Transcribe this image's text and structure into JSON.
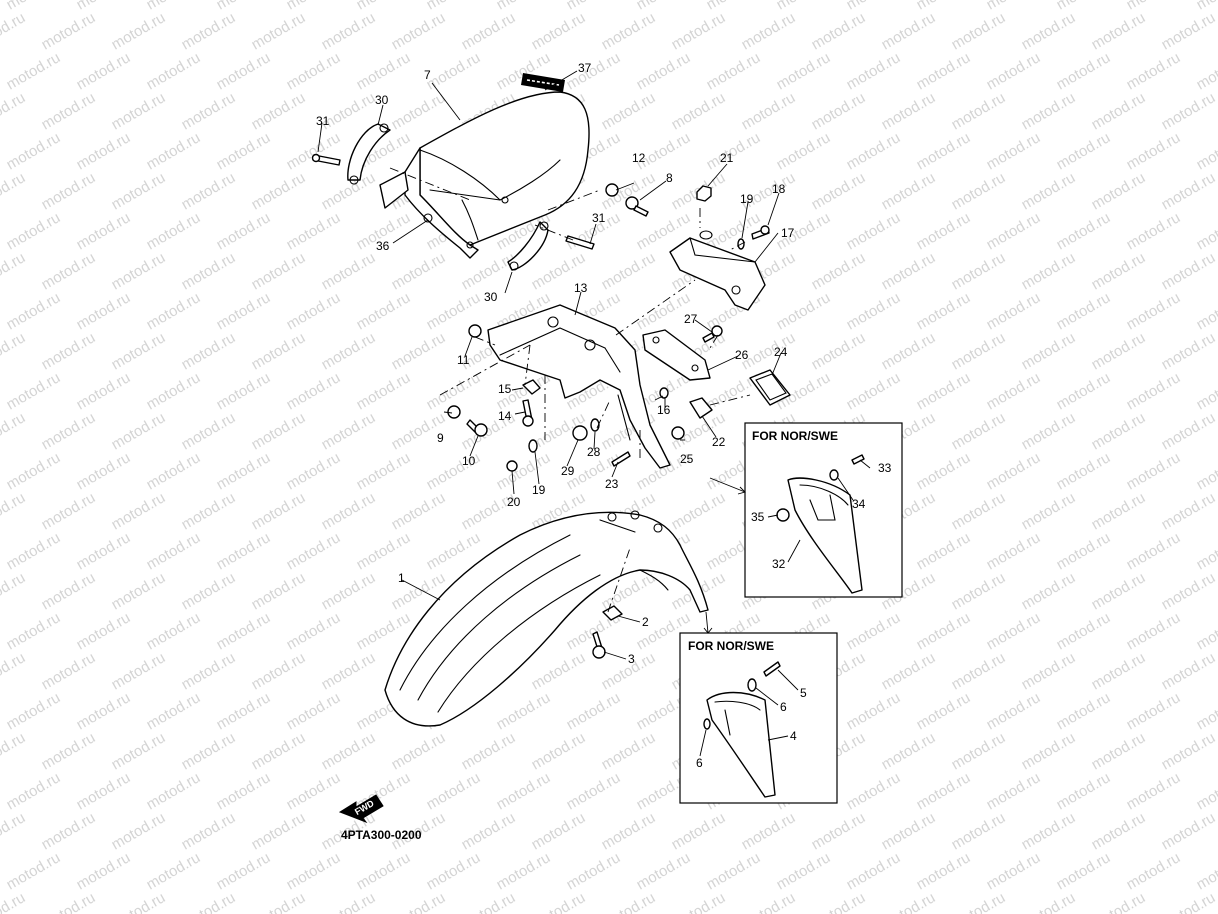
{
  "watermark": "motod.ru",
  "diagram_code": "4PTA300-0200",
  "fwd_label": "FWD",
  "inset_boxes": [
    {
      "id": "rear",
      "label": "FOR NOR/SWE"
    },
    {
      "id": "front",
      "label": "FOR NOR/SWE"
    }
  ],
  "callouts": [
    "1",
    "2",
    "3",
    "4",
    "5",
    "6",
    "6",
    "7",
    "8",
    "9",
    "10",
    "11",
    "12",
    "13",
    "14",
    "15",
    "16",
    "17",
    "18",
    "19",
    "19",
    "20",
    "21",
    "22",
    "23",
    "24",
    "25",
    "26",
    "27",
    "28",
    "29",
    "30",
    "30",
    "31",
    "31",
    "32",
    "33",
    "34",
    "35",
    "36",
    "37"
  ]
}
